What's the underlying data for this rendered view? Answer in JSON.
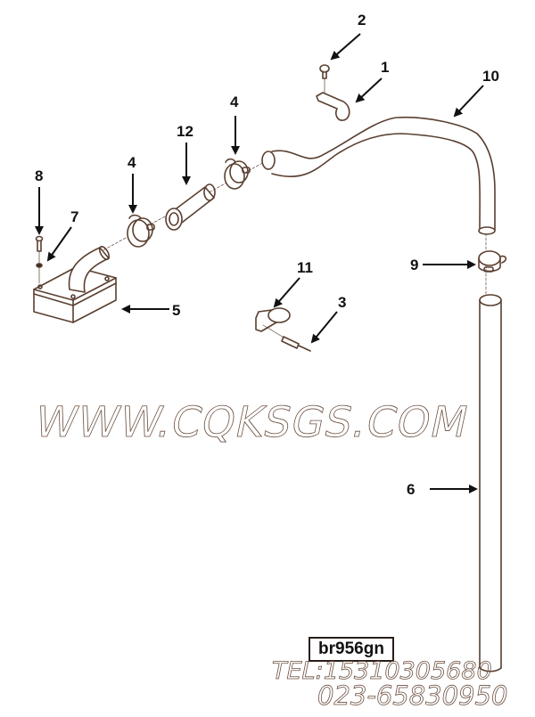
{
  "diagram": {
    "type": "exploded parts diagram",
    "line_color": "#5a3f30",
    "callout_color": "#111111",
    "figure_id": "br956gn",
    "callouts": [
      {
        "id": "c1",
        "label": "1",
        "part": "clamp bracket"
      },
      {
        "id": "c2",
        "label": "2",
        "part": "bolt"
      },
      {
        "id": "c3",
        "label": "3",
        "part": "screw"
      },
      {
        "id": "c4a",
        "label": "4",
        "part": "hose clamp"
      },
      {
        "id": "c4b",
        "label": "4",
        "part": "hose clamp"
      },
      {
        "id": "c5",
        "label": "5",
        "part": "breather body with elbow"
      },
      {
        "id": "c6",
        "label": "6",
        "part": "washer"
      },
      {
        "id": "c7",
        "label": "7",
        "part": "bolt"
      },
      {
        "id": "c8",
        "label": "8",
        "part": "hose clamp"
      },
      {
        "id": "c9",
        "label": "9",
        "part": "clamp"
      },
      {
        "id": "c10",
        "label": "10",
        "part": "bent breather tube"
      },
      {
        "id": "c11",
        "label": "11",
        "part": "hose"
      },
      {
        "id": "c12",
        "label": "12",
        "part": "straight breather tube"
      }
    ]
  },
  "watermark": {
    "url": "WWW.CQKSGS.COM",
    "tel": "TEL:15310305680",
    "phone": "023-65830950"
  }
}
